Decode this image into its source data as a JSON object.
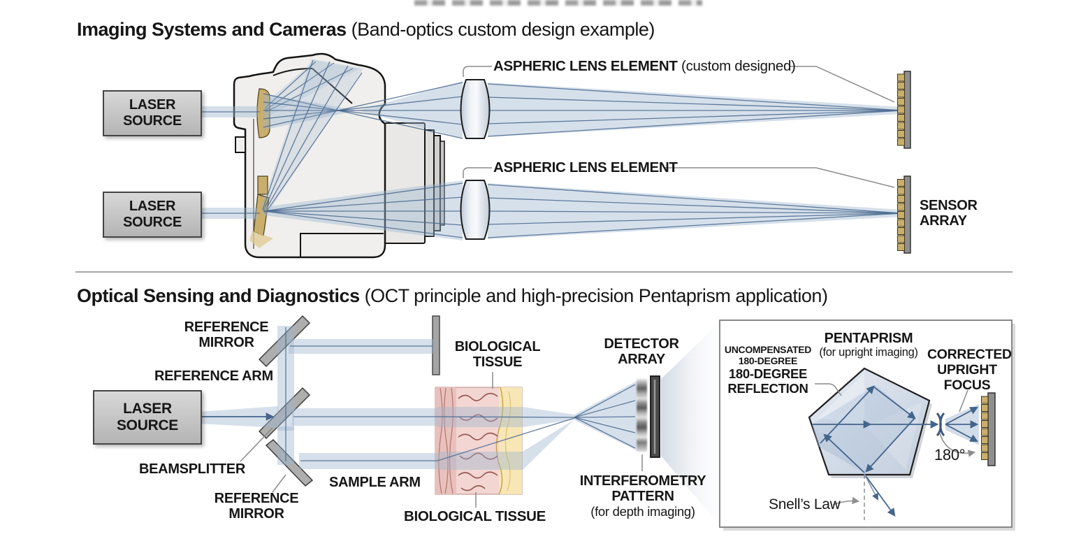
{
  "colors": {
    "beam_fill": "#9db4d0",
    "beam_line": "#49688e",
    "gold": "#c9ae6c",
    "mirror_gray": "#aeaeae",
    "box_gray": "#c4c4c4",
    "tissue_pink": "#f3d6d2",
    "tissue_yellow": "#f7e7b6",
    "text": "#161616"
  },
  "section1": {
    "title": {
      "bold": "Imaging Systems and Cameras",
      "rest": " (Band-optics custom design example)"
    },
    "laser1": {
      "lines": [
        "LASER",
        "SOURCE"
      ]
    },
    "laser2": {
      "lines": [
        "LASER",
        "SOURCE"
      ]
    },
    "aspheric1": {
      "bold": "ASPHERIC LENS ELEMENT",
      "rest": " (custom designed)"
    },
    "aspheric2": {
      "bold": "ASPHERIC LENS ELEMENT"
    },
    "sensor_array": {
      "lines": [
        "SENSOR",
        "ARRAY"
      ]
    }
  },
  "section2": {
    "title": {
      "bold": "Optical Sensing and Diagnostics",
      "rest": " (OCT principle and high-precision Pentaprism application)"
    },
    "reference_mirror_top": {
      "lines": [
        "REFERENCE",
        "MIRROR"
      ]
    },
    "reference_arm": "REFERENCE ARM",
    "laser3": {
      "lines": [
        "LASER",
        "SOURCE"
      ]
    },
    "beamsplitter": "BEAMSPLITTER",
    "reference_mirror_bottom": {
      "lines": [
        "REFERENCE",
        "MIRROR"
      ]
    },
    "sample_arm": "SAMPLE ARM",
    "biological_tissue_top": {
      "lines": [
        "BIOLOGICAL",
        "TISSUE"
      ]
    },
    "biological_tissue_bottom": "BIOLOGICAL TISSUE",
    "detector_array": {
      "lines": [
        "DETECTOR",
        "ARRAY"
      ]
    },
    "interferometry": {
      "lines": [
        "INTERFEROMETRY",
        "PATTERN"
      ],
      "sub": "(for depth imaging)"
    }
  },
  "inset": {
    "pentaprism_title": "PENTAPRISM",
    "pentaprism_sub": "(for upright imaging)",
    "uncompensated": {
      "small_lines": [
        "UNCOMPENSATED",
        "180-DEGREE"
      ],
      "large_lines": [
        "180-DEGREE",
        "REFLECTION"
      ]
    },
    "corrected": {
      "lines": [
        "CORRECTED",
        "UPRIGHT",
        "FOCUS"
      ]
    },
    "angle": "180°",
    "snells_law": "Snell’s Law"
  }
}
